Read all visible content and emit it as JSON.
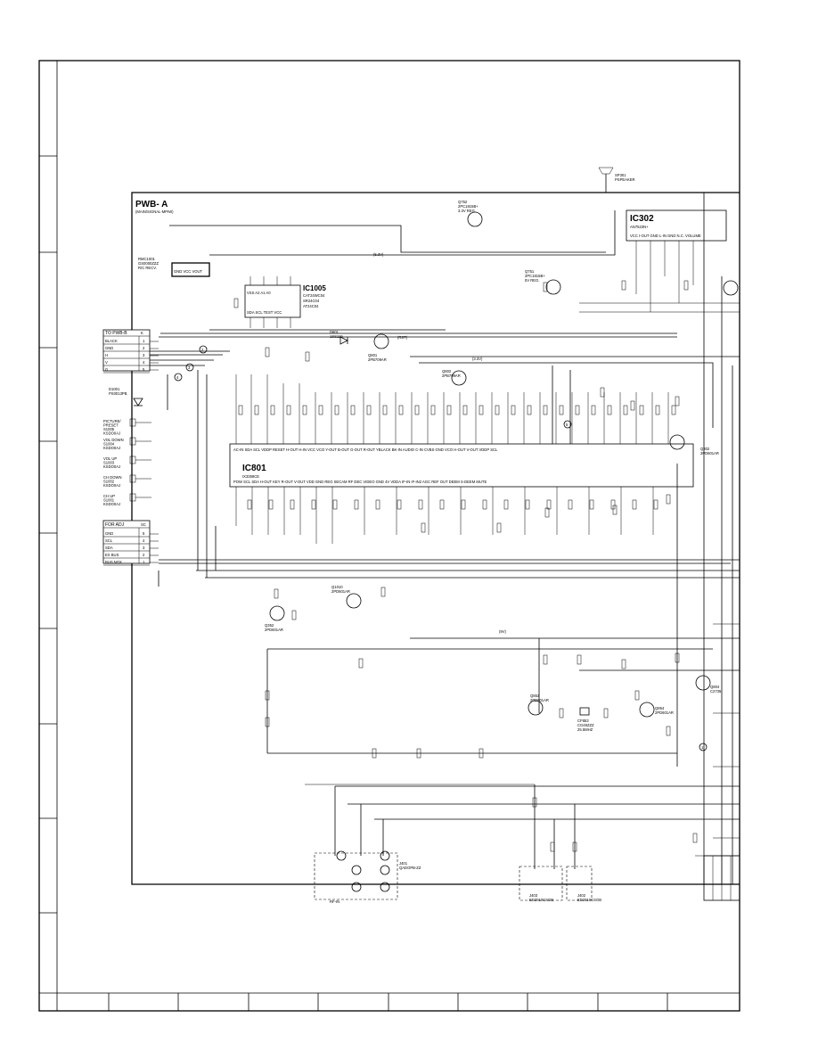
{
  "board": {
    "title": "PWB- A",
    "subtitle": "(MAIN/SIGNAL-MPIW)"
  },
  "ics": {
    "ic1005": {
      "ref": "IC1005",
      "parts": [
        "CAT24WC04",
        "SR24C04",
        "AT24C04"
      ]
    },
    "ic801": {
      "ref": "IC801",
      "part": "IX3358CE"
    },
    "ic302": {
      "ref": "IC302",
      "part": "AN7523N+"
    }
  },
  "connectors": {
    "to_pwb_b": {
      "title": "TO PWB-B",
      "header": "K",
      "rows": [
        {
          "name": "BLACK",
          "pin": "1"
        },
        {
          "name": "GND",
          "pin": "2"
        },
        {
          "name": "H",
          "pin": "3"
        },
        {
          "name": "V",
          "pin": "4"
        },
        {
          "name": "G",
          "pin": "5"
        }
      ]
    },
    "for_adj": {
      "title": "FOR ADJ",
      "header": "SC",
      "rows": [
        {
          "name": "GND",
          "pin": "5"
        },
        {
          "name": "SCL",
          "pin": "4"
        },
        {
          "name": "SDA",
          "pin": "3"
        },
        {
          "name": "EX BUS",
          "pin": "2"
        },
        {
          "name": "BUS NOX",
          "pin": "1"
        }
      ]
    }
  },
  "parts": {
    "rmc": "RMC1001\nGS0000ZZZ\nR/C RECV.",
    "d1001": "D1001\nPS0013PB",
    "d801": "D801\n1SS119",
    "q801": "Q801\n2PB709AR",
    "q802": "Q802\n2PB709AR",
    "q751": "Q751\n2PC1815B+\n5V REG.",
    "q752": "Q752\n2PC1815B+\n3.3V REG.",
    "q1010": "Q1010\n2PD601AR",
    "q352": "Q352\n2PD601AR",
    "q853": "Q853\n2PD601AR",
    "q854": "Q854\n2PD601AR",
    "q302": "Q302\n2PD601AR",
    "q804": "Q804\nC2735",
    "j401": "J401\nQADOPB-ZZ",
    "j403": "J403\nED2010CSGB",
    "j402": "J402\nED2010CSGB",
    "cf853": "CF853\nCG48ZZZ\n25.5MHZ",
    "sp301": "SP301\nPSPEAKER",
    "rf": "RF-IN"
  },
  "keys": [
    {
      "name": "PICTURE/\nPRESET",
      "ref": "S1005\nKSDO0AJ"
    },
    {
      "name": "VOL DOWN",
      "ref": "S1004\nKSDO0AJ"
    },
    {
      "name": "VOL UP",
      "ref": "S1003\nKSDO0AJ"
    },
    {
      "name": "CH DOWN",
      "ref": "S1002\nKSDO0AJ"
    },
    {
      "name": "CH UP",
      "ref": "S1001\nKSDO0AJ"
    }
  ],
  "nets": {
    "v53": "(5.3V)",
    "v33": "(3.3V)",
    "v9": "(9V)",
    "rst": "(RST)"
  },
  "marks": {
    "m1": "1",
    "m2": "2",
    "m3": "3",
    "m4": "4",
    "m5": "5"
  },
  "row_letters": [
    "",
    "",
    "",
    "",
    "",
    "",
    "",
    "",
    "",
    ""
  ],
  "col_numbers": [
    "",
    "",
    "",
    "",
    "",
    "",
    "",
    "",
    "",
    ""
  ]
}
